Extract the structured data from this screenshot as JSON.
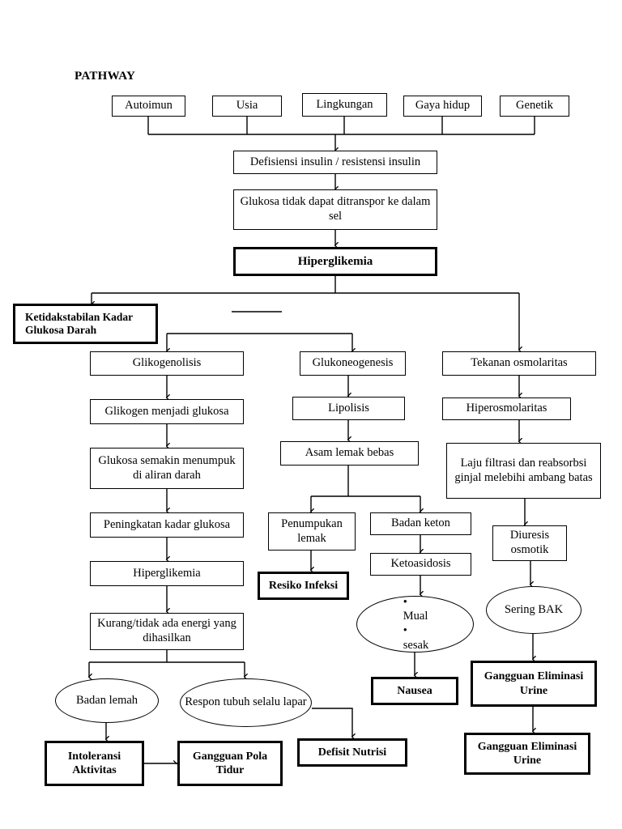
{
  "title": "PATHWAY",
  "nodes": {
    "autoimun": {
      "label": "Autoimun"
    },
    "usia": {
      "label": "Usia"
    },
    "lingkungan": {
      "label": "Lingkungan"
    },
    "gaya_hidup": {
      "label": "Gaya hidup"
    },
    "genetik": {
      "label": "Genetik"
    },
    "defisiensi": {
      "label": "Defisiensi insulin / resistensi insulin"
    },
    "glukosa_transpor": {
      "label": "Glukosa tidak dapat ditranspor ke dalam sel"
    },
    "hiperglikemia": {
      "label": "Hiperglikemia"
    },
    "ketidakstabilan": {
      "label": "Ketidakstabilan  Kadar Glukosa Darah"
    },
    "glikogenolisis": {
      "label": "Glikogenolisis"
    },
    "glikogen_glukosa": {
      "label": "Glikogen menjadi glukosa"
    },
    "glukosa_menumpuk": {
      "label": "Glukosa semakin menumpuk di aliran darah"
    },
    "peningkatan": {
      "label": "Peningkatan kadar glukosa"
    },
    "hiperglikemia2": {
      "label": "Hiperglikemia"
    },
    "kurang_energi": {
      "label": "Kurang/tidak ada energi yang dihasilkan"
    },
    "badan_lemah": {
      "label": "Badan lemah"
    },
    "respon_lapar": {
      "label": "Respon tubuh selalu lapar"
    },
    "intoleransi": {
      "label": "Intoleransi Aktivitas"
    },
    "gangguan_tidur": {
      "label": "Gangguan Pola Tidur"
    },
    "defisit_nutrisi": {
      "label": "Defisit Nutrisi"
    },
    "glukoneogenesis": {
      "label": "Glukoneogenesis"
    },
    "lipolisis": {
      "label": "Lipolisis"
    },
    "asam_lemak": {
      "label": "Asam lemak bebas"
    },
    "penumpukan_lemak": {
      "label": "Penumpukan lemak"
    },
    "resiko_infeksi": {
      "label": "Resiko Infeksi"
    },
    "badan_keton": {
      "label": "Badan keton"
    },
    "ketoasidosis": {
      "label": "Ketoasidosis"
    },
    "gejala": {
      "items": [
        "Mual",
        "sesak"
      ]
    },
    "nausea": {
      "label": "Nausea"
    },
    "tekanan_osmo": {
      "label": "Tekanan osmolaritas"
    },
    "hiperosmo": {
      "label": "Hiperosmolaritas"
    },
    "laju_filtrasi": {
      "label": "Laju filtrasi dan reabsorbsi ginjal melebihi ambang batas"
    },
    "diuresis": {
      "label": "Diuresis osmotik"
    },
    "sering_bak": {
      "label": "Sering BAK"
    },
    "gangguan_urine1": {
      "label": "Gangguan Eliminasi Urine"
    },
    "gangguan_urine2": {
      "label": "Gangguan Eliminasi Urine"
    }
  },
  "colors": {
    "line": "#000000",
    "background": "#ffffff",
    "text": "#000000"
  }
}
